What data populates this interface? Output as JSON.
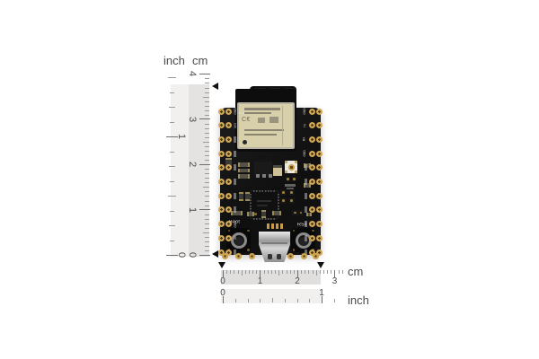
{
  "rulers": {
    "vertical": {
      "inch_label": "inch",
      "cm_label": "cm",
      "cm_tick_labels": [
        "0",
        "1",
        "2",
        "3",
        "4"
      ],
      "inch_tick_labels": [
        "0",
        "1"
      ]
    },
    "horizontal": {
      "cm_label": "cm",
      "inch_label": "inch",
      "cm_tick_labels": [
        "0",
        "1",
        "2",
        "3"
      ],
      "inch_tick_labels": [
        "0",
        "1"
      ]
    }
  },
  "board": {
    "description": "black ESP32-style dev board with shielded wifi module, micro-USB port, Boot and RST buttons, castellated gold pins",
    "boot_button_label": "Boot",
    "reset_button_label": "RST",
    "module_cert_mark": "C€",
    "left_pin_labels": [
      "GND",
      "3V3",
      "",
      "",
      "",
      "",
      "",
      "",
      "GND",
      "5V",
      ""
    ],
    "right_pin_labels": [
      "GND",
      "TX",
      "RX",
      "GND",
      "",
      "",
      "",
      "",
      "",
      "",
      ""
    ]
  },
  "colors": {
    "gold": "#c79b4a",
    "pcb": "#121212",
    "shield_label": "#d8cfab",
    "usb_silver": "#c6c6c6",
    "ruler_inch_bg": "#f1f0ef",
    "ruler_cm_bg": "#e4e3e2",
    "tick": "#6e6e6e",
    "ruler_text": "#4a4a4a"
  }
}
